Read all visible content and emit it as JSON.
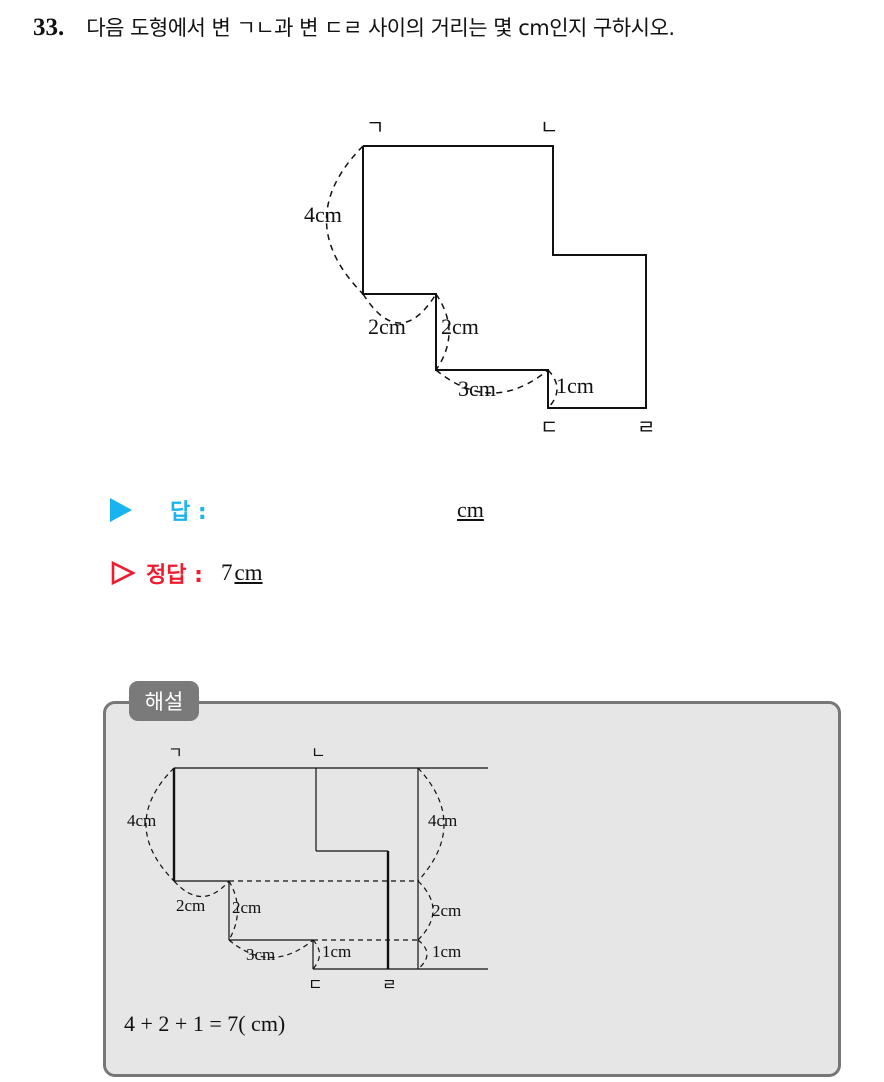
{
  "question": {
    "number": "33.",
    "text": "다음 도형에서 변 ㄱㄴ과 변 ㄷㄹ 사이의 거리는 몇 cm인지 구하시오."
  },
  "figure": {
    "labels": {
      "a": "ㄱ",
      "b": "ㄴ",
      "c": "ㄷ",
      "d": "ㄹ"
    },
    "measures": {
      "m1": "4cm",
      "m2": "2cm",
      "m3": "2cm",
      "m4": "3cm",
      "m5": "1cm"
    }
  },
  "answer": {
    "label": "답 :",
    "unit": "cm",
    "correct_label": "정답 :",
    "correct_value": "7",
    "correct_unit": "cm"
  },
  "solution": {
    "tag": "해설",
    "figure": {
      "labels": {
        "a": "ㄱ",
        "b": "ㄴ",
        "c": "ㄷ",
        "d": "ㄹ"
      },
      "measures": {
        "m1": "4cm",
        "m2": "2cm",
        "m3": "2cm",
        "m4": "3cm",
        "m5": "1cm",
        "r1": "4cm",
        "r2": "2cm",
        "r3": "1cm"
      }
    },
    "equation": "4 + 2 + 1 = 7( cm)"
  }
}
